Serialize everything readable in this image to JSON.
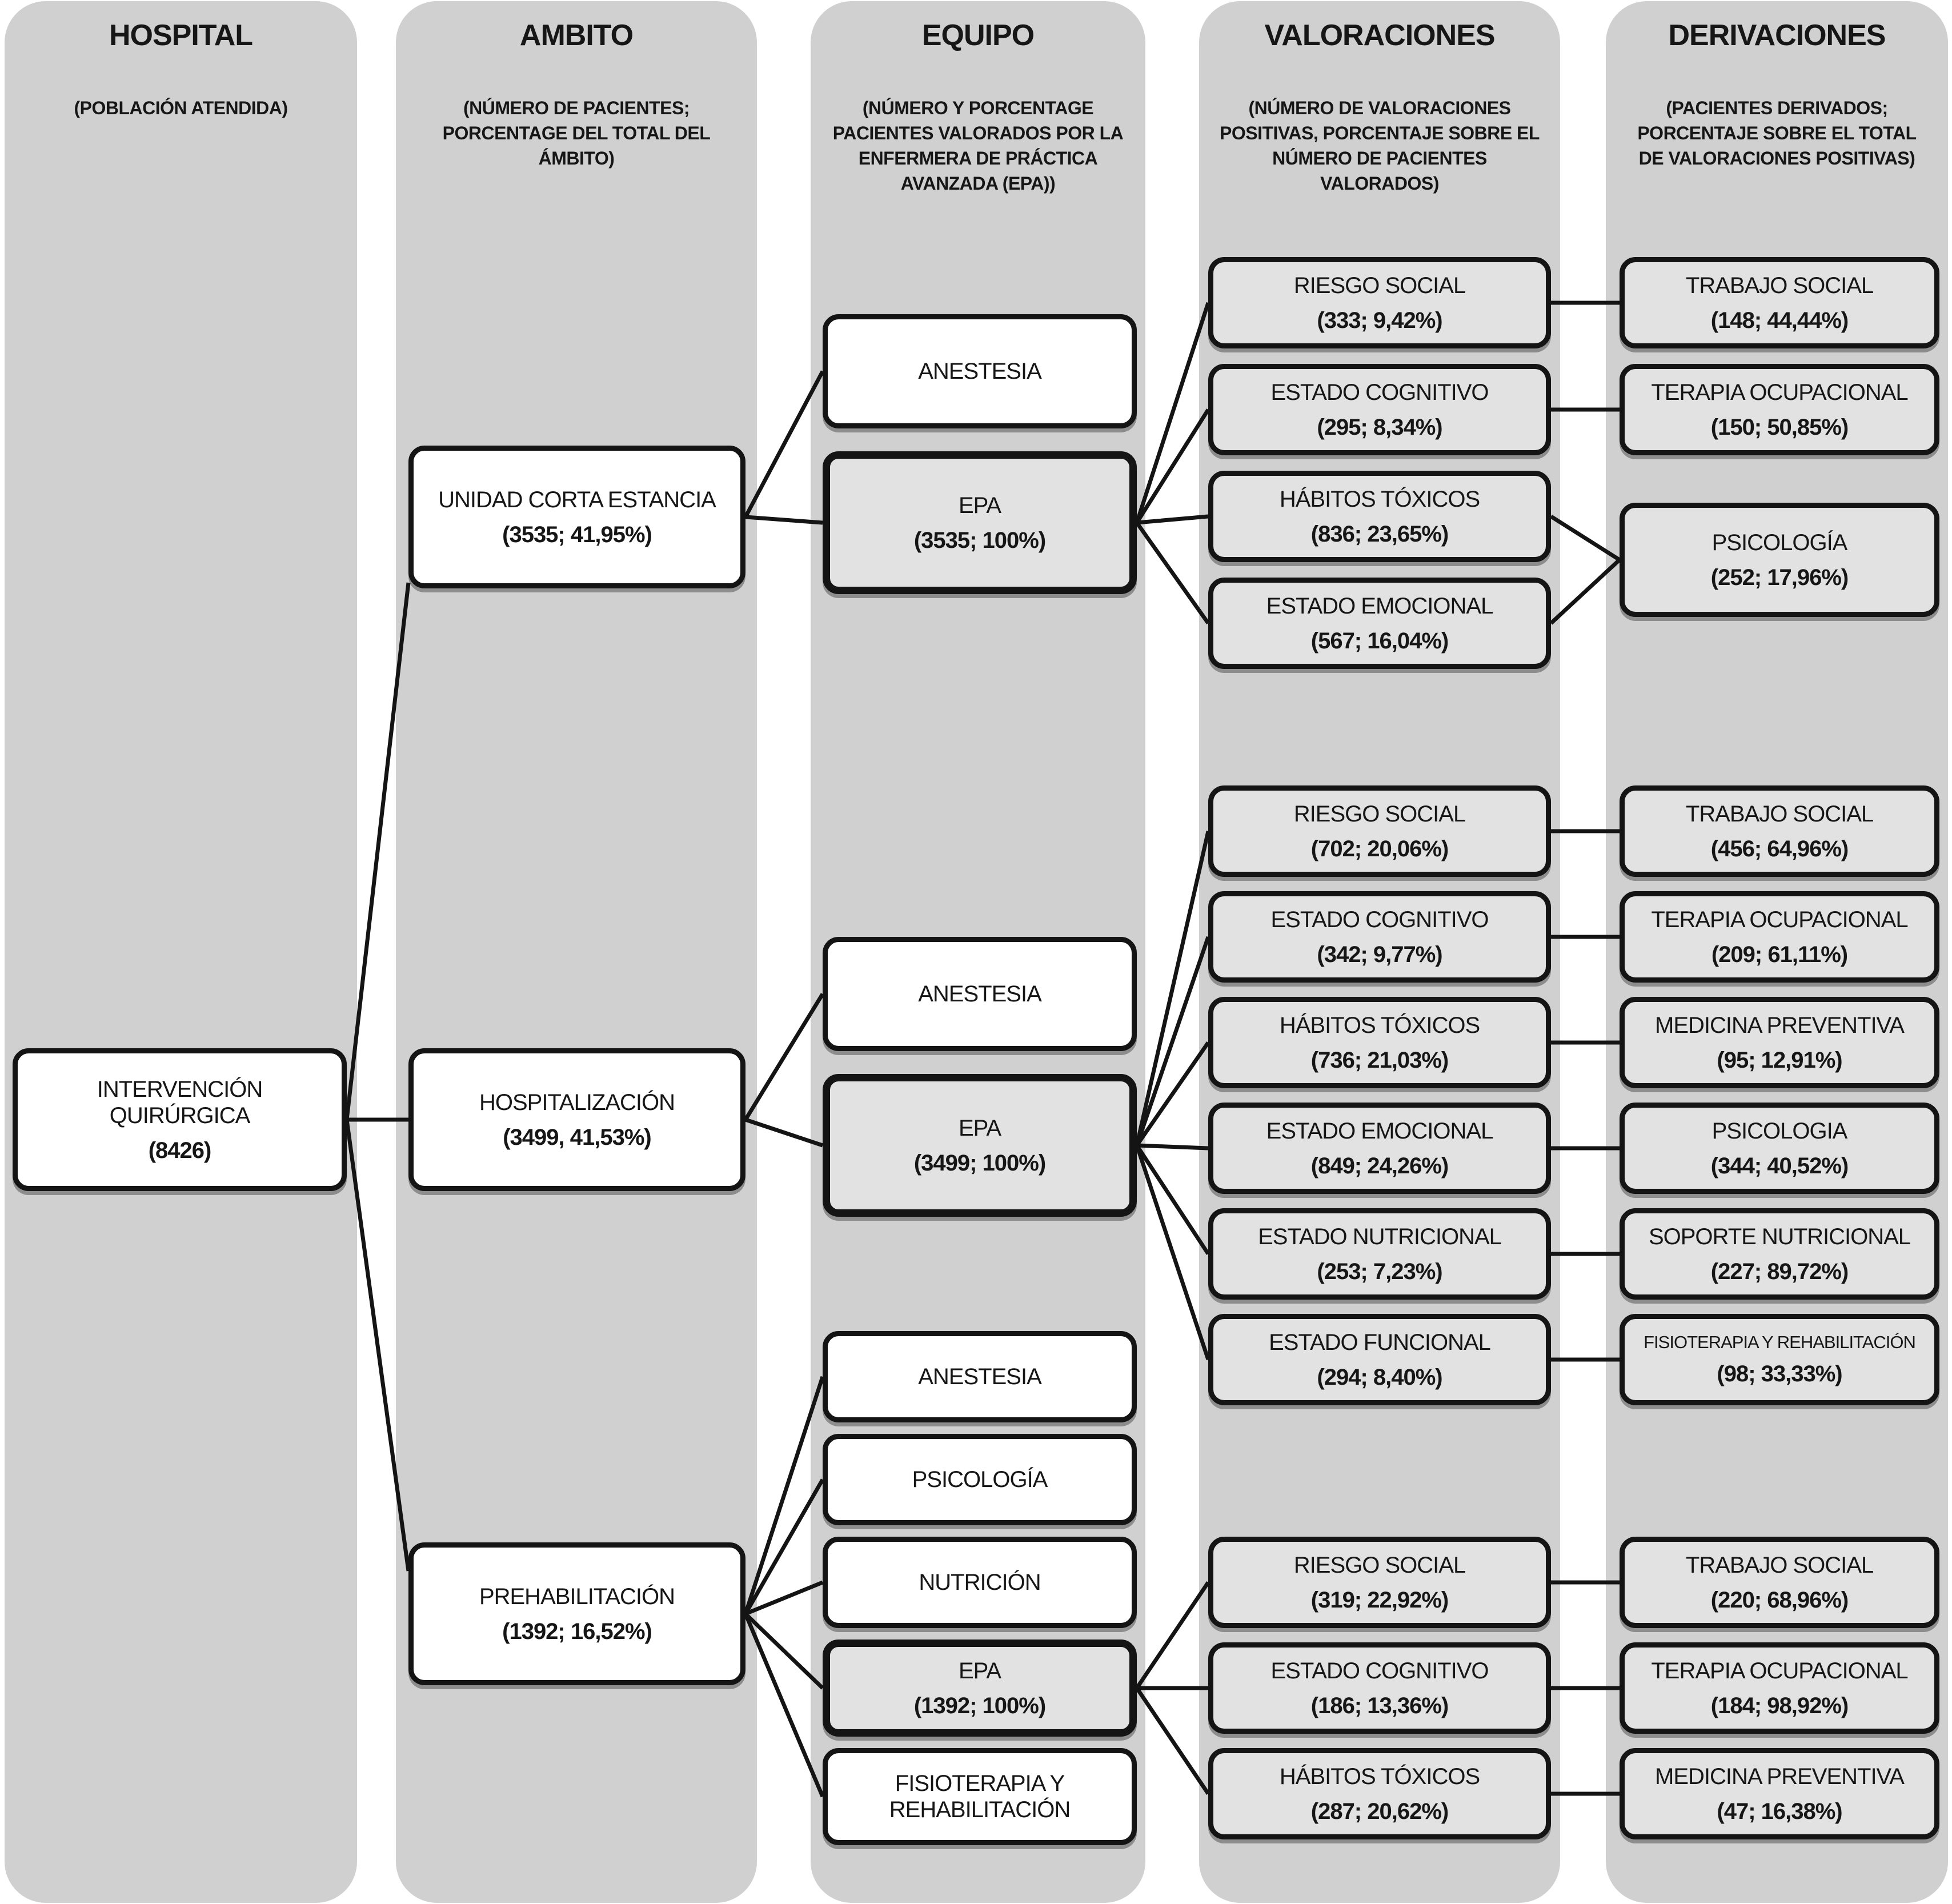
{
  "columns": [
    {
      "title": "HOSPITAL",
      "subtitle": "(POBLACIÓN ATENDIDA)"
    },
    {
      "title": "AMBITO",
      "subtitle": "(NÚMERO DE PACIENTES; PORCENTAGE DEL TOTAL DEL ÁMBITO)"
    },
    {
      "title": "EQUIPO",
      "subtitle": "(NÚMERO Y PORCENTAGE PACIENTES VALORADOS POR LA ENFERMERA DE PRÁCTICA AVANZADA (EPA))"
    },
    {
      "title": "VALORACIONES",
      "subtitle": "(NÚMERO DE VALORACIONES POSITIVAS, PORCENTAJE SOBRE EL NÚMERO DE PACIENTES VALORADOS)"
    },
    {
      "title": "DERIVACIONES",
      "subtitle": "(PACIENTES DERIVADOS; PORCENTAJE SOBRE EL TOTAL DE VALORACIONES POSITIVAS)"
    }
  ],
  "hospital": {
    "label": "INTERVENCIÓN QUIRÚRGICA",
    "value": "(8426)"
  },
  "clusters": [
    {
      "ambito": {
        "label": "UNIDAD CORTA ESTANCIA",
        "value": "(3535; 41,95%)"
      },
      "equipo": [
        {
          "label": "ANESTESIA"
        },
        {
          "label": "EPA",
          "value": "(3535; 100%)"
        }
      ],
      "valoraciones": [
        {
          "label": "RIESGO SOCIAL",
          "value": "(333; 9,42%)"
        },
        {
          "label": "ESTADO COGNITIVO",
          "value": "(295; 8,34%)"
        },
        {
          "label": "HÁBITOS TÓXICOS",
          "value": "(836; 23,65%)"
        },
        {
          "label": "ESTADO EMOCIONAL",
          "value": "(567; 16,04%)"
        }
      ],
      "derivaciones": [
        {
          "label": "TRABAJO SOCIAL",
          "value": "(148; 44,44%)"
        },
        {
          "label": "TERAPIA OCUPACIONAL",
          "value": "(150; 50,85%)"
        },
        {
          "label": "PSICOLOGÍA",
          "value": "(252; 17,96%)"
        }
      ]
    },
    {
      "ambito": {
        "label": "HOSPITALIZACIÓN",
        "value": "(3499, 41,53%)"
      },
      "equipo": [
        {
          "label": "ANESTESIA"
        },
        {
          "label": "EPA",
          "value": "(3499; 100%)"
        }
      ],
      "valoraciones": [
        {
          "label": "RIESGO SOCIAL",
          "value": "(702; 20,06%)"
        },
        {
          "label": "ESTADO COGNITIVO",
          "value": "(342; 9,77%)"
        },
        {
          "label": "HÁBITOS TÓXICOS",
          "value": "(736; 21,03%)"
        },
        {
          "label": "ESTADO EMOCIONAL",
          "value": "(849; 24,26%)"
        },
        {
          "label": "ESTADO NUTRICIONAL",
          "value": "(253; 7,23%)"
        },
        {
          "label": "ESTADO FUNCIONAL",
          "value": "(294; 8,40%)"
        }
      ],
      "derivaciones": [
        {
          "label": "TRABAJO SOCIAL",
          "value": "(456; 64,96%)"
        },
        {
          "label": "TERAPIA OCUPACIONAL",
          "value": "(209; 61,11%)"
        },
        {
          "label": "MEDICINA PREVENTIVA",
          "value": "(95; 12,91%)"
        },
        {
          "label": "PSICOLOGIA",
          "value": "(344; 40,52%)"
        },
        {
          "label": "SOPORTE NUTRICIONAL",
          "value": "(227; 89,72%)"
        },
        {
          "label": "FISIOTERAPIA Y REHABILITACIÓN",
          "value": "(98; 33,33%)"
        }
      ]
    },
    {
      "ambito": {
        "label": "PREHABILITACIÓN",
        "value": "(1392; 16,52%)"
      },
      "equipo": [
        {
          "label": "ANESTESIA"
        },
        {
          "label": "PSICOLOGÍA"
        },
        {
          "label": "NUTRICIÓN"
        },
        {
          "label": "EPA",
          "value": "(1392; 100%)"
        },
        {
          "label": "FISIOTERAPIA Y REHABILITACIÓN"
        }
      ],
      "valoraciones": [
        {
          "label": "RIESGO SOCIAL",
          "value": "(319; 22,92%)"
        },
        {
          "label": "ESTADO COGNITIVO",
          "value": "(186; 13,36%)"
        },
        {
          "label": "HÁBITOS TÓXICOS",
          "value": "(287; 20,62%)"
        }
      ],
      "derivaciones": [
        {
          "label": "TRABAJO SOCIAL",
          "value": "(220; 68,96%)"
        },
        {
          "label": "TERAPIA OCUPACIONAL",
          "value": "(184; 98,92%)"
        },
        {
          "label": "MEDICINA PREVENTIVA",
          "value": "(47; 16,38%)"
        }
      ]
    }
  ]
}
